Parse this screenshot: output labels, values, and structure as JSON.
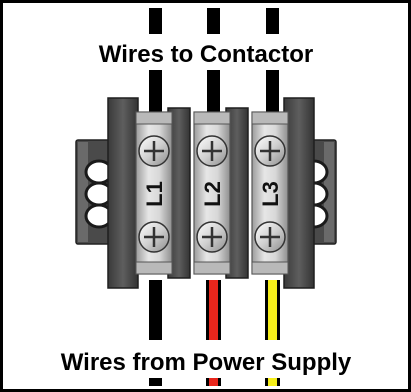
{
  "captions": {
    "top": "Wires to Contactor",
    "bottom": "Wires from Power Supply"
  },
  "terminals": [
    {
      "label": "L1",
      "line_color": "black"
    },
    {
      "label": "L2",
      "line_color": "red"
    },
    {
      "label": "L3",
      "line_color": "yellow"
    }
  ],
  "colors": {
    "frame": "#000000",
    "wire_black": "#000000",
    "wire_red": "#e8261c",
    "wire_yellow": "#f5ee1a",
    "block_dark": "#3f3f3f",
    "block_mid": "#5a5a5a",
    "block_light": "#8a8a8a",
    "metal": "#d4d4d4",
    "metal_dark": "#a9a9a9"
  }
}
